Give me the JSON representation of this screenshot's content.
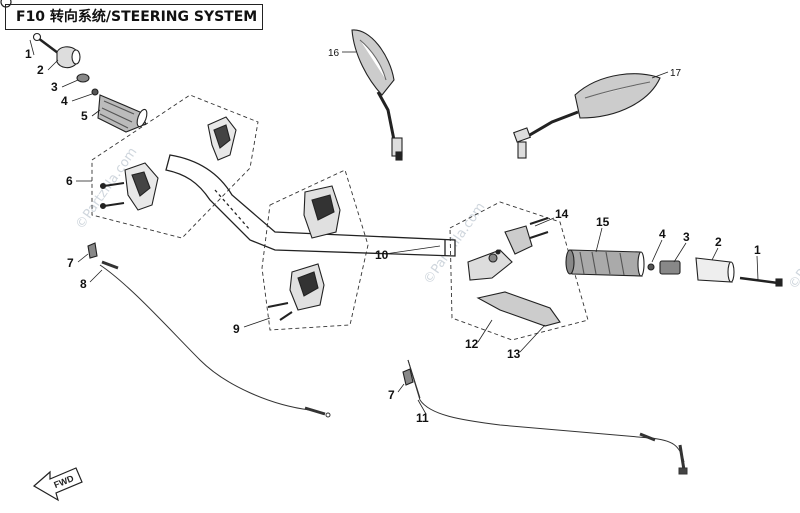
{
  "header": {
    "title": "F10 转向系统/STEERING SYSTEM"
  },
  "watermark": "©Partzilla.com",
  "fwd_label": "FWD",
  "parts": [
    {
      "id": "1L",
      "label": "1"
    },
    {
      "id": "2L",
      "label": "2"
    },
    {
      "id": "3L",
      "label": "3"
    },
    {
      "id": "4L",
      "label": "4"
    },
    {
      "id": "5",
      "label": "5"
    },
    {
      "id": "6",
      "label": "6"
    },
    {
      "id": "7L",
      "label": "7"
    },
    {
      "id": "8",
      "label": "8"
    },
    {
      "id": "9",
      "label": "9"
    },
    {
      "id": "10",
      "label": "10"
    },
    {
      "id": "11",
      "label": "11"
    },
    {
      "id": "12",
      "label": "12"
    },
    {
      "id": "13",
      "label": "13"
    },
    {
      "id": "14",
      "label": "14"
    },
    {
      "id": "15",
      "label": "15"
    },
    {
      "id": "4R",
      "label": "4"
    },
    {
      "id": "3R",
      "label": "3"
    },
    {
      "id": "2R",
      "label": "2"
    },
    {
      "id": "1R",
      "label": "1"
    },
    {
      "id": "7R",
      "label": "7"
    },
    {
      "id": "16",
      "label": "16"
    },
    {
      "id": "17",
      "label": "17"
    }
  ],
  "colors": {
    "line": "#222222",
    "watermark": "#cfd6dd"
  }
}
